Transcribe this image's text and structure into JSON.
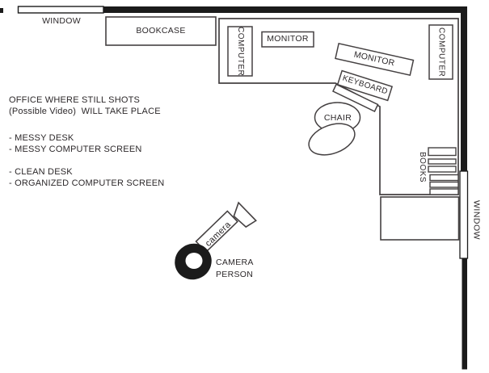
{
  "title": "Office floor plan sketch",
  "colors": {
    "wall": "#1b1b1b",
    "outline": "#454142",
    "paper": "#ffffff",
    "text": "#2c282a"
  },
  "labels": {
    "window_top": "WINDOW",
    "bookcase": "BOOKCASE",
    "computer_left": "COMPUTER",
    "monitor_left": "MONITOR",
    "monitor_right": "MONITOR",
    "keyboard": "KEYBOARD",
    "computer_right": "COMPUTER",
    "chair": "CHAIR",
    "books": "BOOKS",
    "window_right": "WINDOW",
    "camera_body": "camera",
    "camera_person_line1": "CAMERA",
    "camera_person_line2": "PERSON"
  },
  "notes": {
    "lines": [
      "OFFICE WHERE STILL SHOTS",
      "(Possible Video)  WILL TAKE PLACE",
      "- MESSY DESK",
      "- MESSY COMPUTER SCREEN",
      "- CLEAN DESK",
      "- ORGANIZED COMPUTER SCREEN"
    ]
  }
}
